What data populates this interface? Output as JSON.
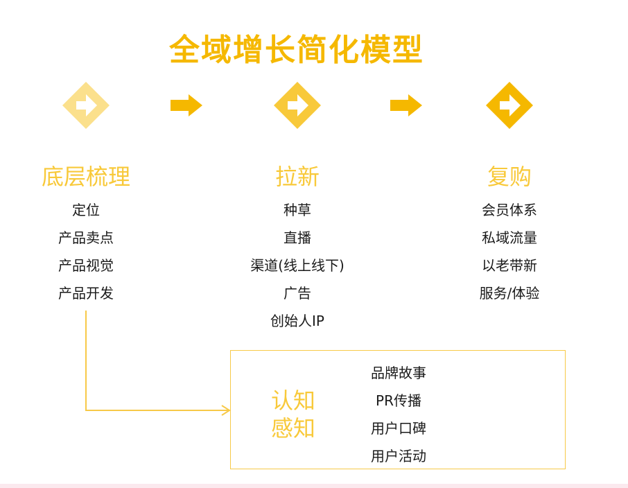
{
  "title": "全域增长简化模型",
  "colors": {
    "accent": "#f5b800",
    "accent_mid": "#f8c93a",
    "accent_light": "#fbe08c",
    "connector": "#f7c948"
  },
  "stages": [
    {
      "title": "底层梳理",
      "icon": "arrow-right-diamond-icon",
      "items": [
        "定位",
        "产品卖点",
        "产品视觉",
        "产品开发"
      ]
    },
    {
      "title": "拉新",
      "icon": "arrow-right-diamond-icon",
      "items": [
        "种草",
        "直播",
        "渠道(线上线下)",
        "广告",
        "创始人IP"
      ]
    },
    {
      "title": "复购",
      "icon": "arrow-right-diamond-icon",
      "items": [
        "会员体系",
        "私域流量",
        "以老带新",
        "服务/体验"
      ]
    }
  ],
  "connectors": [
    "arrow-right-icon",
    "arrow-right-icon"
  ],
  "panel": {
    "title_line1": "认知",
    "title_line2": "感知",
    "items": [
      "品牌故事",
      "PR传播",
      "用户口碑",
      "用户活动"
    ]
  }
}
